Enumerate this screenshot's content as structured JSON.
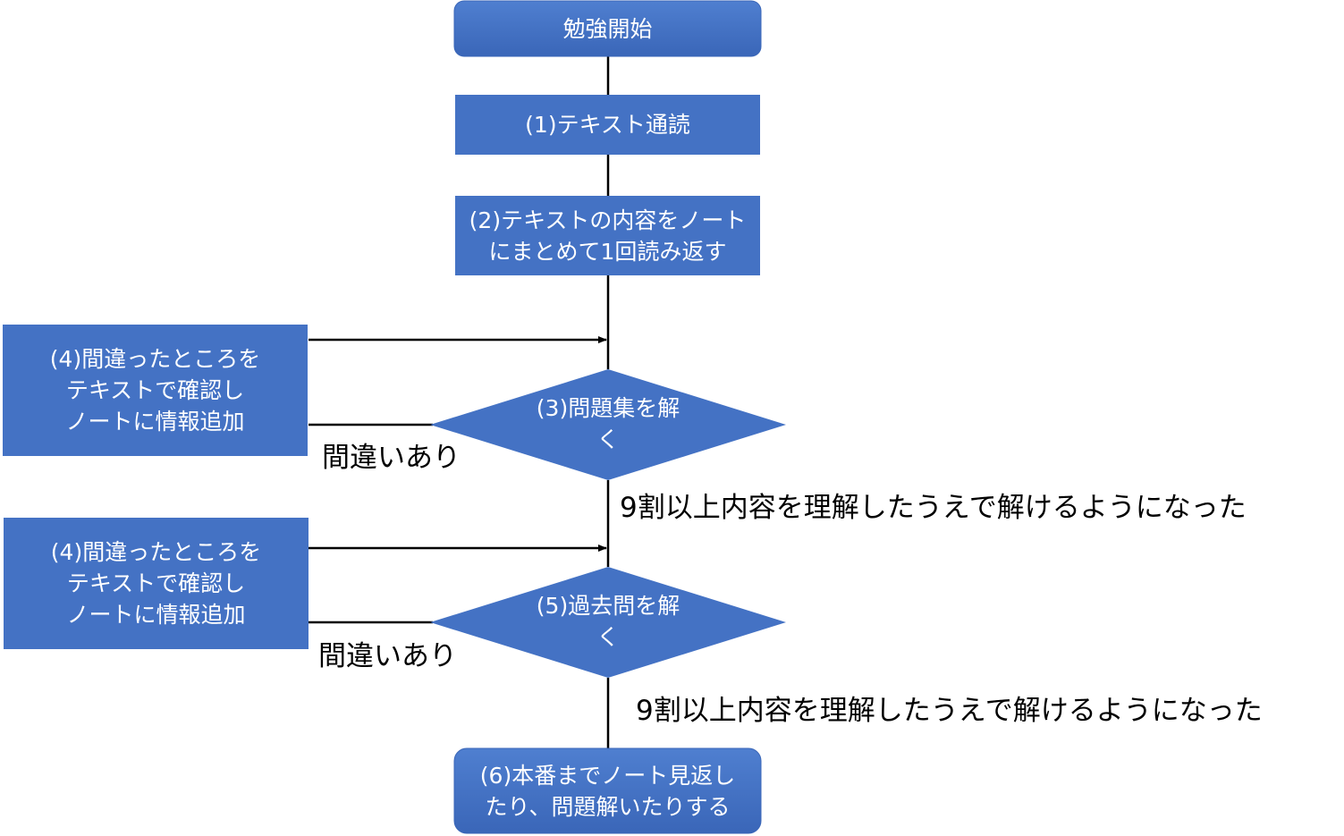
{
  "nodes": {
    "start": {
      "label": "勉強開始"
    },
    "step1": {
      "label": "(1)テキスト通読"
    },
    "step2": {
      "lines": [
        "(2)テキストの内容をノート",
        "にまとめて1回読み返す"
      ]
    },
    "step3": {
      "lines": [
        "(3)問題集を解",
        "く"
      ]
    },
    "fix_a": {
      "lines": [
        "(4)間違ったところを",
        "テキストで確認し",
        "ノートに情報追加"
      ]
    },
    "step5": {
      "lines": [
        "(5)過去問を解",
        "く"
      ]
    },
    "fix_b": {
      "lines": [
        "(4)間違ったところを",
        "テキストで確認し",
        "ノートに情報追加"
      ]
    },
    "end": {
      "lines": [
        "(6)本番までノート見返し",
        "たり、問題解いたりする"
      ]
    }
  },
  "edges": {
    "step3_mistake": "間違いあり",
    "step3_pass": "9割以上内容を理解したうえで解けるようになった",
    "step5_mistake": "間違いあり",
    "step5_pass": "9割以上内容を理解したうえで解けるようになった"
  },
  "colors": {
    "node_fill": "#4472c4",
    "node_text": "#ffffff",
    "connector": "#000000"
  }
}
